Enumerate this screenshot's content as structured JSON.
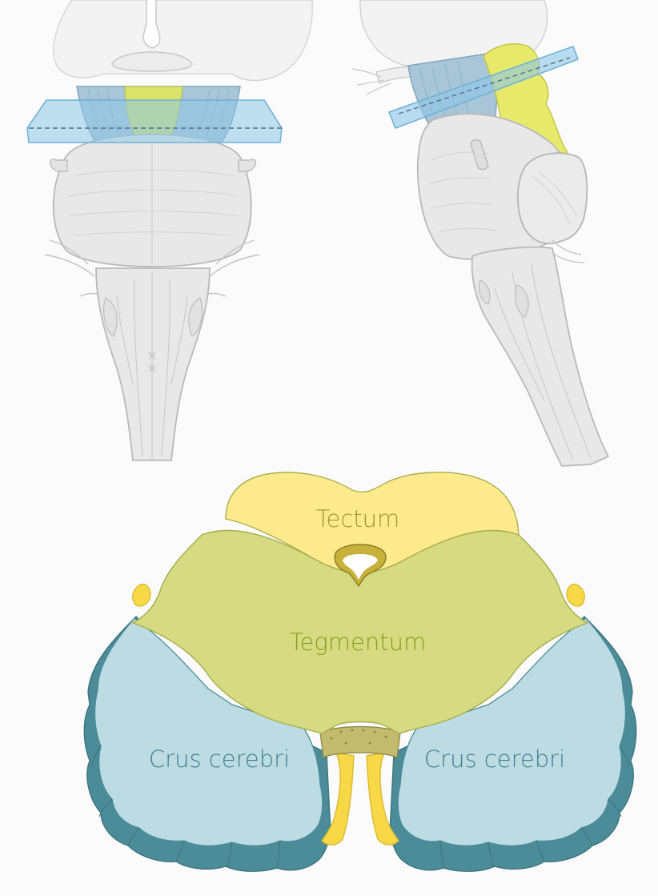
{
  "diagram": {
    "labels": {
      "tectum": "Tectum",
      "tegmentum": "Tegmentum",
      "crus_left": "Crus cerebri",
      "crus_right": "Crus cerebri"
    },
    "colors": {
      "background": "#fbfbfb",
      "tectum_fill": "#fcea8c",
      "tectum_text": "#9d9637",
      "tegmentum_fill": "#d6da80",
      "tegmentum_text": "#8c9b24",
      "crus_fill": "#bcdbe3",
      "crus_text": "#3f7f8c",
      "crus_edge": "#4b8c98",
      "nerve_fill": "#f7d948",
      "plane_fill": "#8ec6e8",
      "brainstem_fill": "#e9e9e9",
      "brainstem_stroke": "#b9b9b9"
    }
  }
}
